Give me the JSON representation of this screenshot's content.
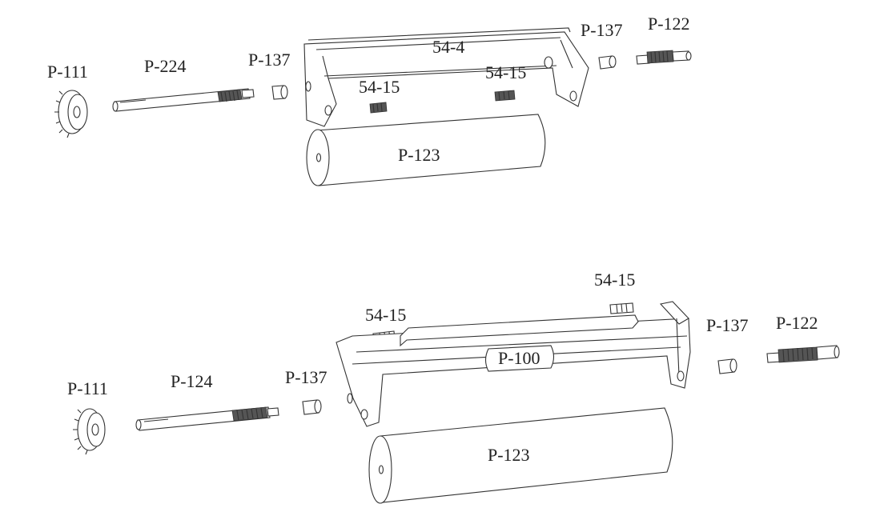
{
  "assemblies": [
    {
      "labels": {
        "sprocket": "P-111",
        "shaft": "P-224",
        "bushing_left": "P-137",
        "frame": "54-4",
        "setscrew_left": "54-15",
        "setscrew_right": "54-15",
        "bushing_right": "P-137",
        "axle_right": "P-122",
        "roller": "P-123"
      }
    },
    {
      "labels": {
        "sprocket": "P-111",
        "shaft": "P-124",
        "bushing_left": "P-137",
        "setscrew_left": "54-15",
        "setscrew_right": "54-15",
        "frame": "P-100",
        "bushing_right": "P-137",
        "axle_right": "P-122",
        "roller": "P-123"
      }
    }
  ],
  "colors": {
    "line": "#333333",
    "thread": "#555555",
    "text": "#222222"
  }
}
